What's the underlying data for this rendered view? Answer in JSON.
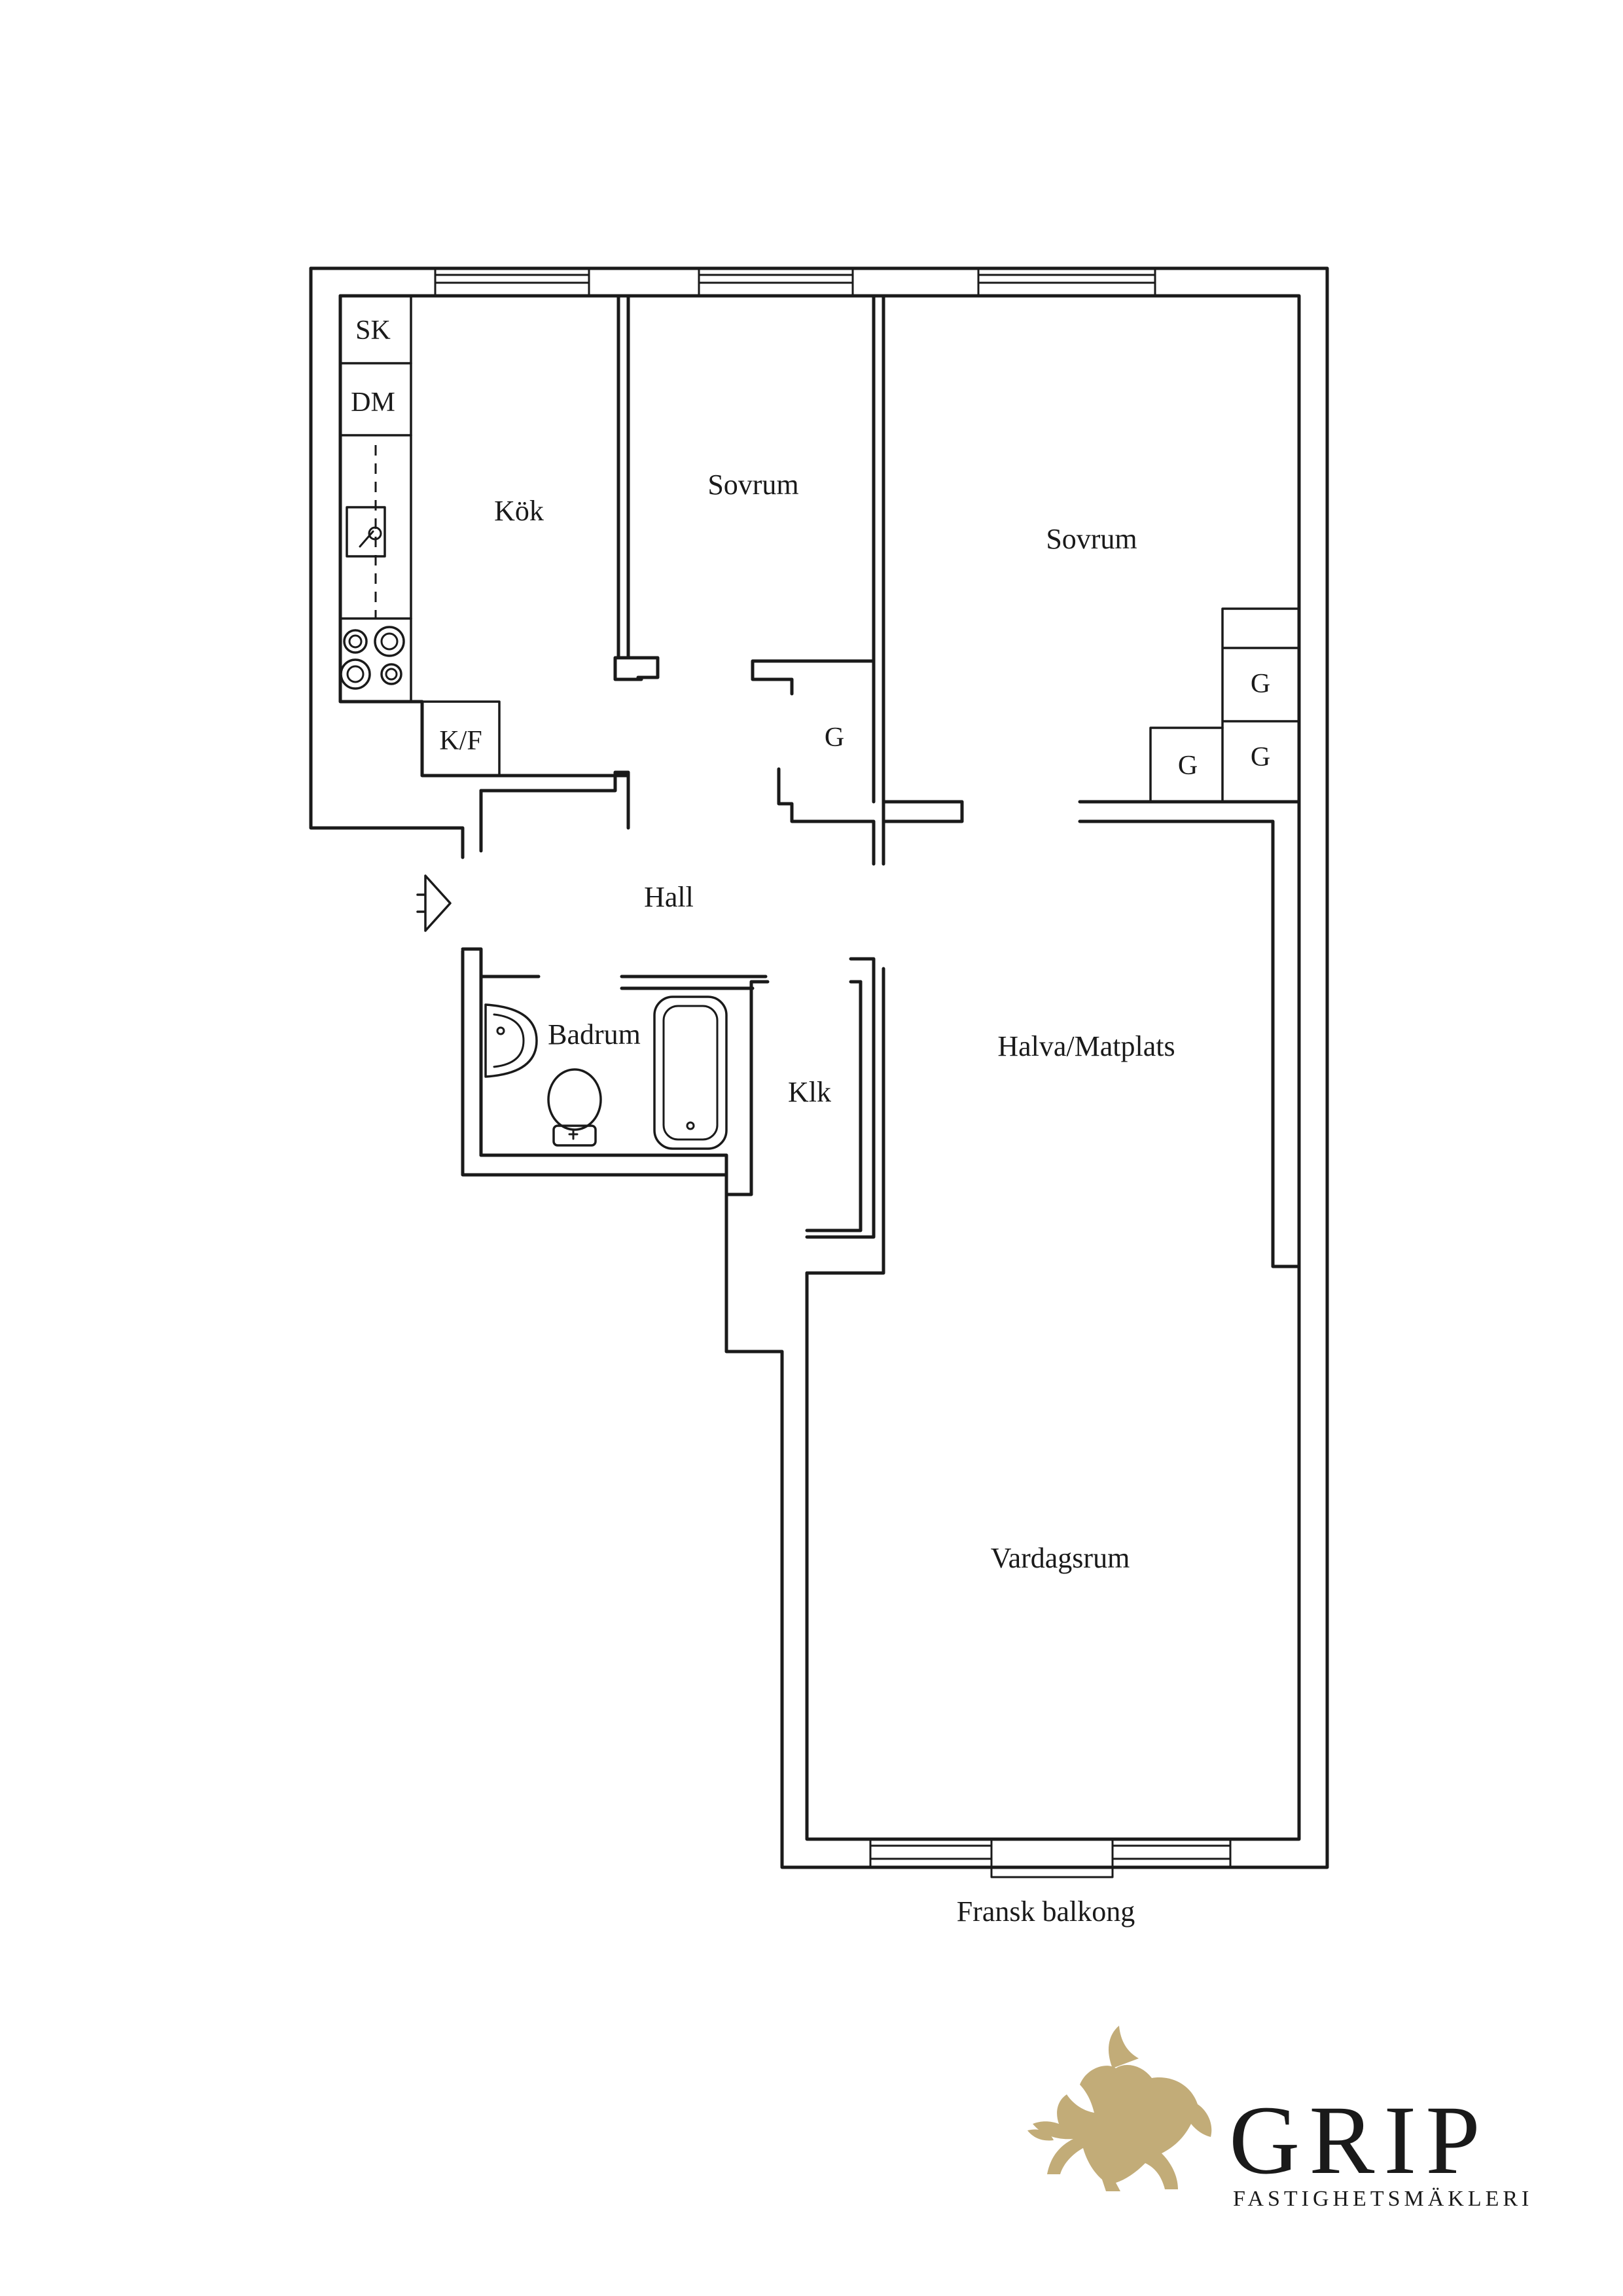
{
  "rooms": {
    "kok": "Kök",
    "sovrum_1": "Sovrum",
    "sovrum_2": "Sovrum",
    "hall": "Hall",
    "badrum": "Badrum",
    "klk": "Klk",
    "halva_matplats": "Halva/Matplats",
    "vardagsrum": "Vardagsrum",
    "fransk_balkong": "Fransk balkong"
  },
  "appliances": {
    "sk": "SK",
    "dm": "DM",
    "kf": "K/F"
  },
  "wardrobes": {
    "g_hall": "G",
    "g_right_top": "G",
    "g_right_mid": "G",
    "g_right_low": "G"
  },
  "brand": {
    "name": "GRIP",
    "tagline": "FASTIGHETSMÄKLERI",
    "gold_color": "#c2ac78"
  },
  "icons": {
    "entrance": "entrance-arrow-icon",
    "logo": "griffin-logo-icon"
  }
}
